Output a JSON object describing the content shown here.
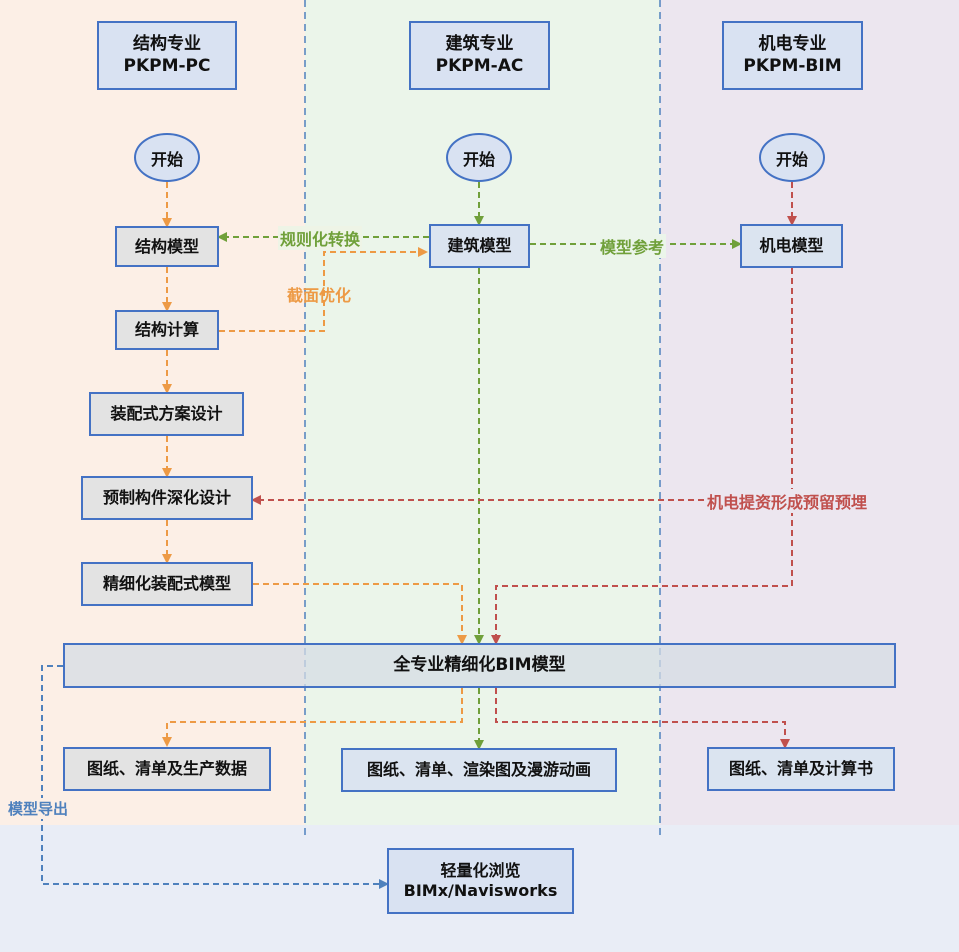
{
  "columns": {
    "structure": {
      "title": "结构专业",
      "software": "PKPM-PC"
    },
    "architecture": {
      "title": "建筑专业",
      "software": "PKPM-AC"
    },
    "mep": {
      "title": "机电专业",
      "software": "PKPM-BIM"
    }
  },
  "start": {
    "structure": "开始",
    "architecture": "开始",
    "mep": "开始"
  },
  "nodes": {
    "structural_model": "结构模型",
    "architectural_model": "建筑模型",
    "mep_model": "机电模型",
    "structural_calc": "结构计算",
    "prefab_scheme": "装配式方案设计",
    "component_deepening": "预制构件深化设计",
    "refined_prefab_model": "精细化装配式模型",
    "full_bim_model": "全专业精细化BIM模型",
    "output_structure": "图纸、清单及生产数据",
    "output_architecture": "图纸、清单、渲染图及漫游动画",
    "output_mep": "图纸、清单及计算书",
    "light_view_title": "轻量化浏览",
    "light_view_tools": "BIMx/Navisworks"
  },
  "edge_labels": {
    "rule_conversion": "规则化转换",
    "section_optimization": "截面优化",
    "model_reference": "模型参考",
    "mep_reservation": "机电提资形成预留预埋",
    "model_export": "模型导出"
  },
  "colors": {
    "structure_flow": "#ed9a45",
    "architecture_flow": "#70a03a",
    "mep_flow": "#c0504d",
    "export_flow": "#4f81bd",
    "bg_structure": "#fcefe6",
    "bg_architecture": "#ebf5ea",
    "bg_mep": "#ece6ef",
    "bg_bottom": "#e9edf6"
  }
}
